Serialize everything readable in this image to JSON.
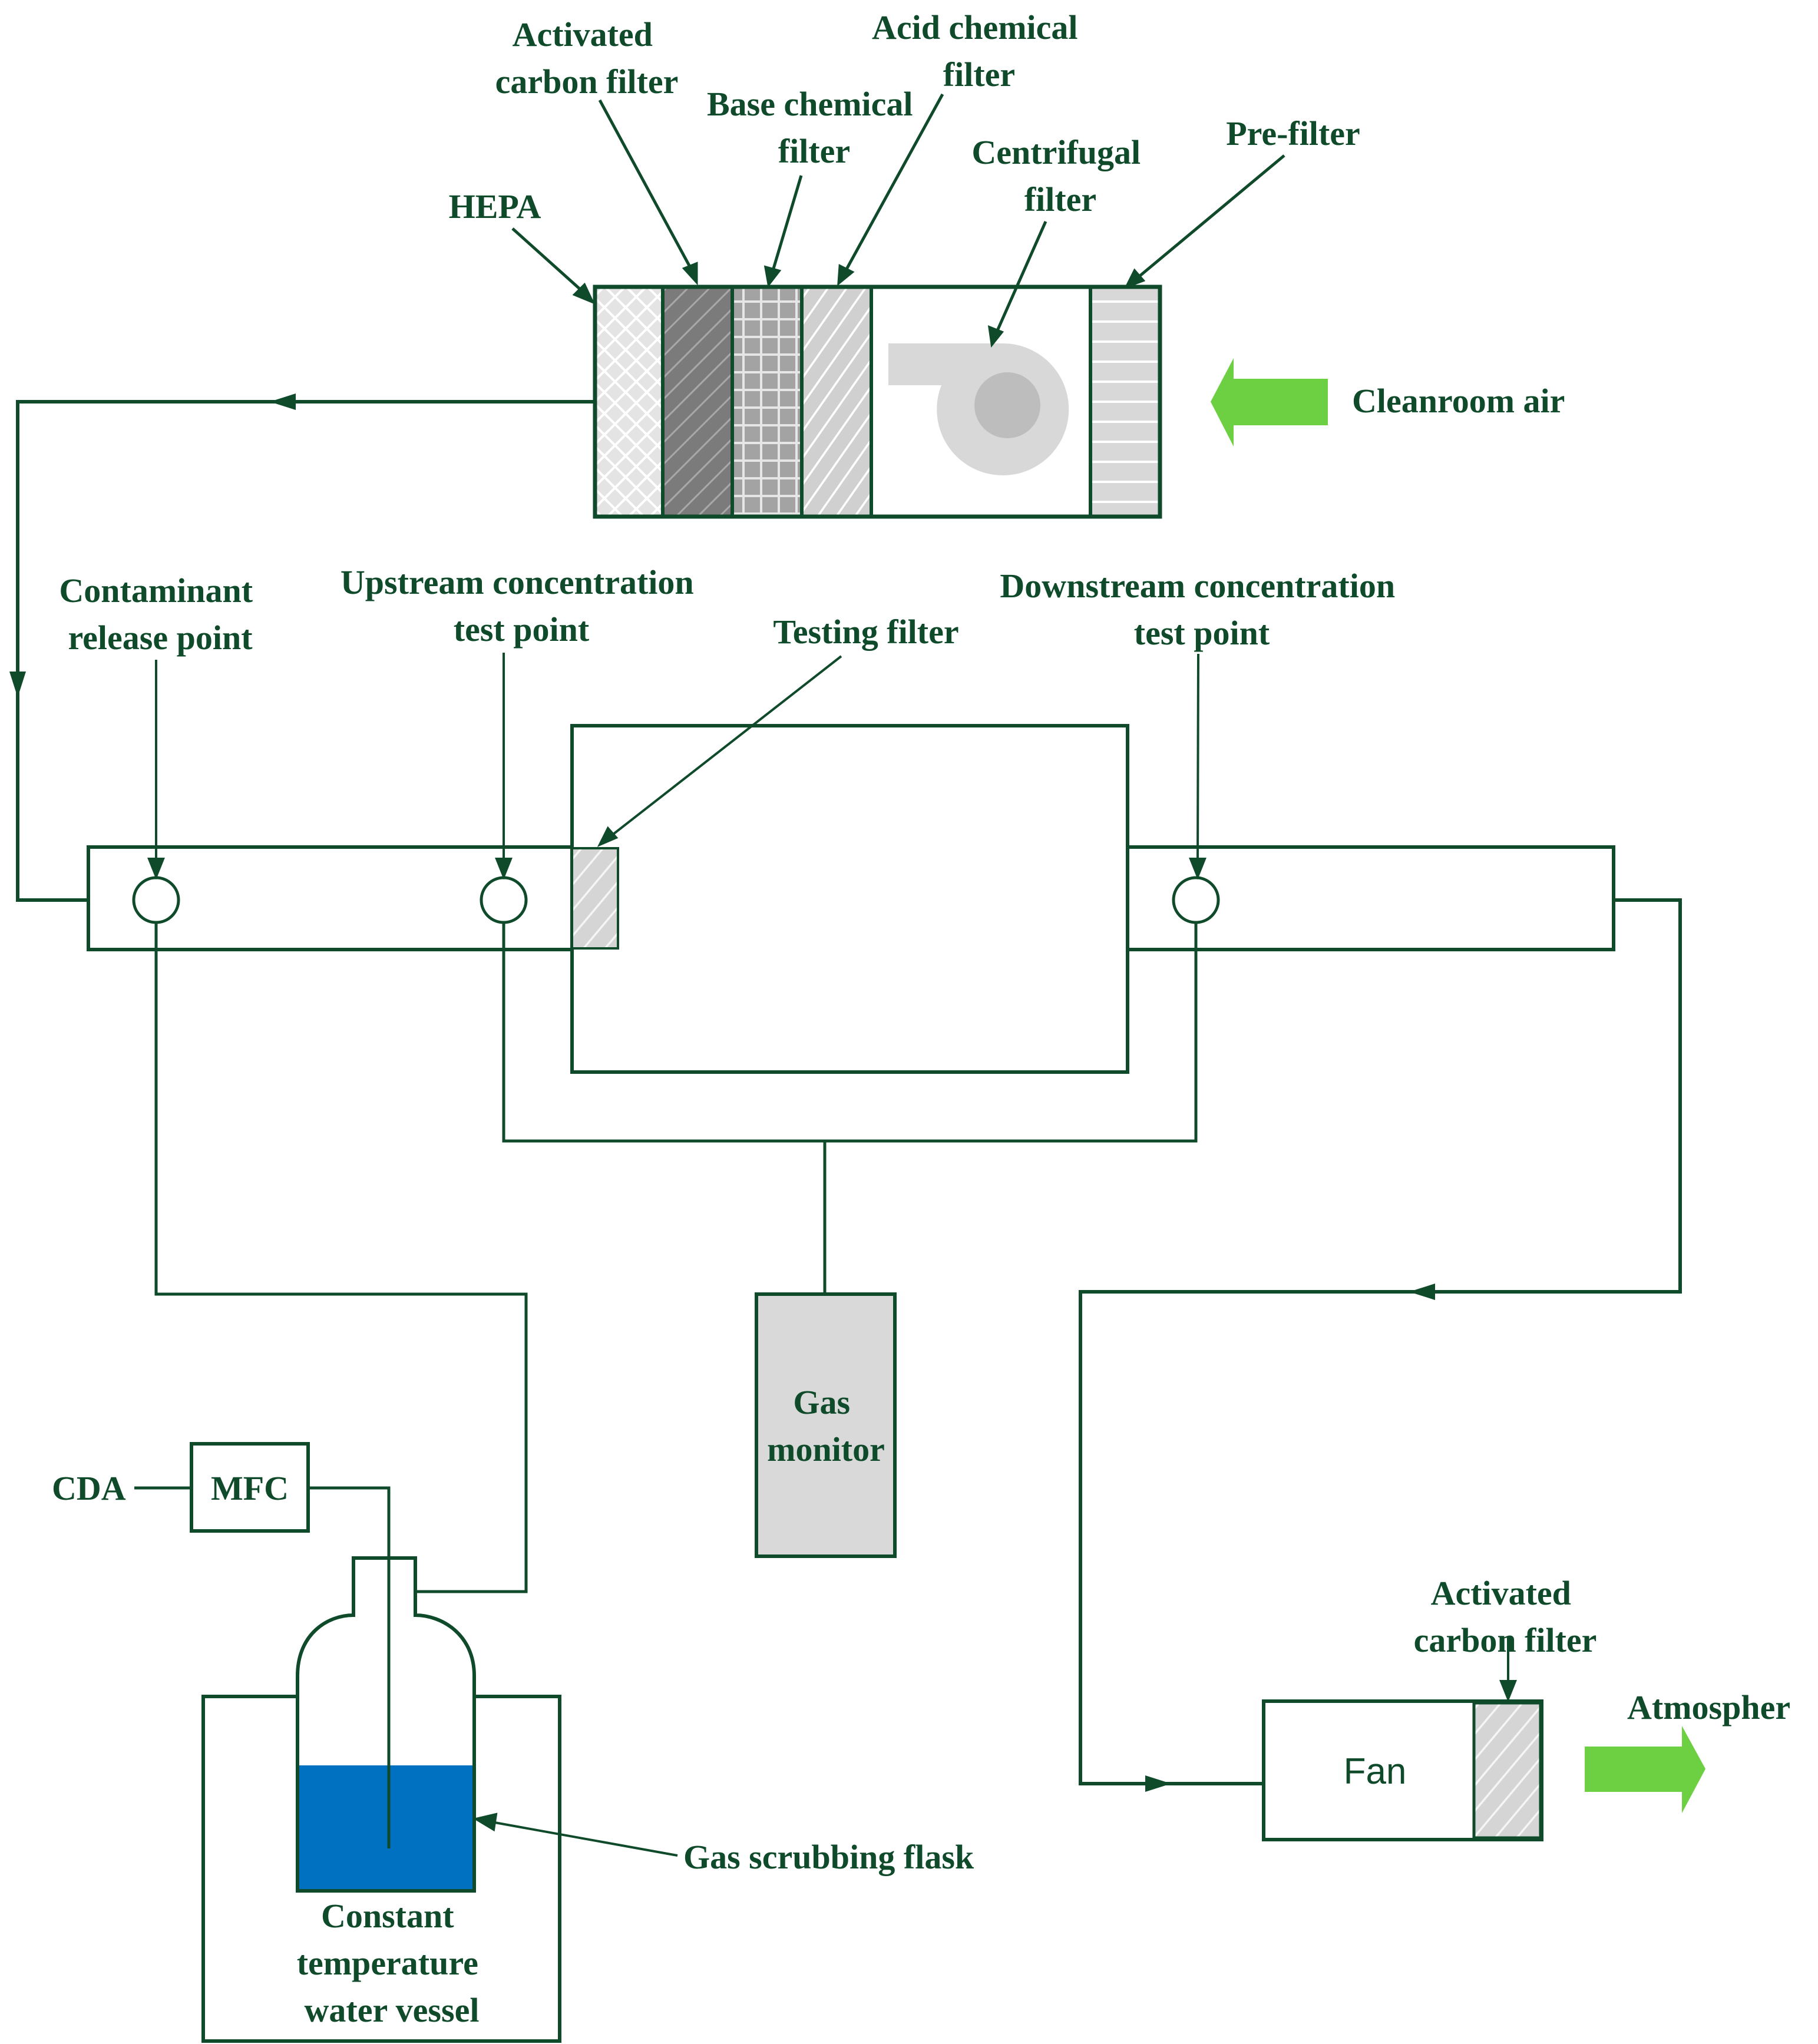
{
  "colors": {
    "line": "#0f4a2a",
    "accent_green": "#6dcf42",
    "water": "#0070c0",
    "monitor_fill": "#d9d9d9"
  },
  "labels": {
    "activated_carbon_top": [
      "Activated",
      "carbon filter"
    ],
    "acid_chemical": [
      "Acid chemical",
      "filter"
    ],
    "base_chemical": [
      "Base chemical",
      "filter"
    ],
    "centrifugal": [
      "Centrifugal",
      "filter"
    ],
    "pre_filter": "Pre-filter",
    "hepa": "HEPA",
    "cleanroom_air": "Cleanroom air",
    "contaminant": [
      "Contaminant",
      "release point"
    ],
    "upstream": [
      "Upstream concentration",
      "test point"
    ],
    "testing_filter": "Testing filter",
    "downstream": [
      "Downstream concentration",
      "test point"
    ],
    "gas_monitor": [
      "Gas",
      "monitor"
    ],
    "cda": "CDA",
    "mfc": "MFC",
    "gas_scrubbing": "Gas scrubbing flask",
    "constant_vessel": [
      "Constant",
      "temperature",
      "water vessel"
    ],
    "activated_carbon_bottom": [
      "Activated",
      "carbon filter"
    ],
    "atmosphere": "Atmospher",
    "fan": "Fan"
  }
}
